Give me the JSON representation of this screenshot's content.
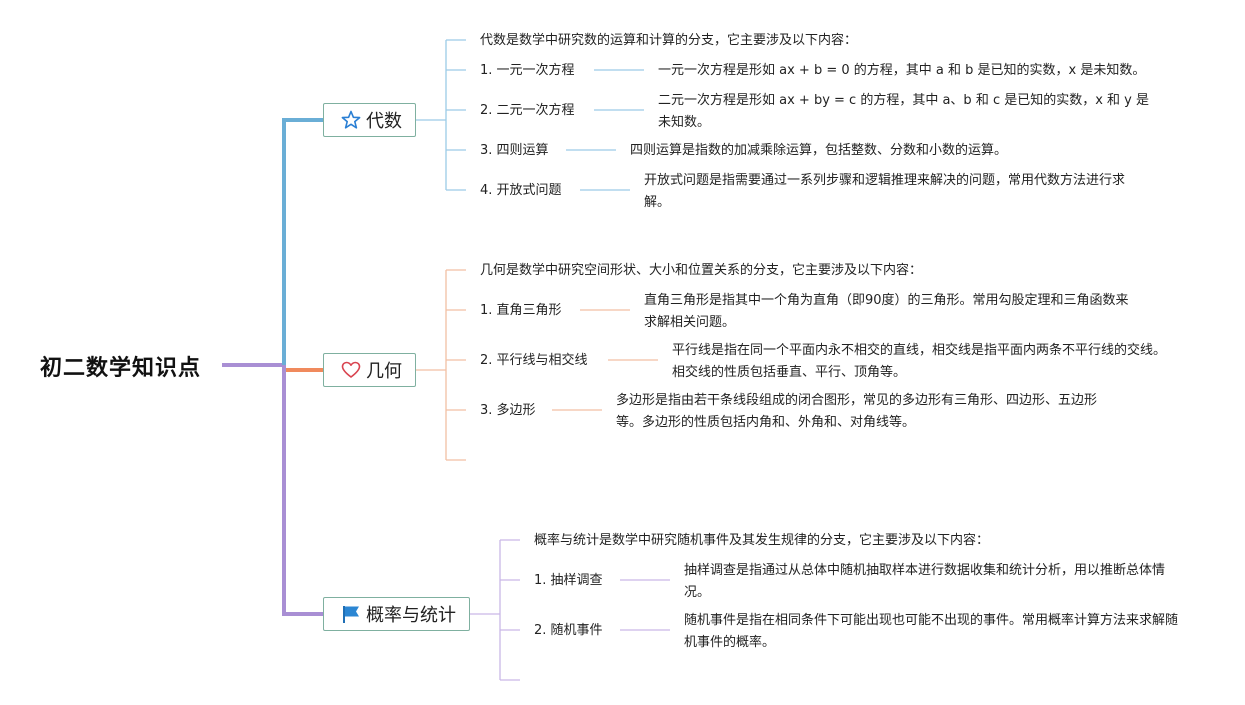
{
  "root": {
    "title": "初二数学知识点"
  },
  "colors": {
    "algebra": "#6aaed6",
    "geometry": "#f0a07a",
    "geometry_main": "#f08a5d",
    "probability": "#a98fd4",
    "branch_border": "#7fb0a0"
  },
  "branches": [
    {
      "id": "algebra",
      "label": "代数",
      "icon": "star-icon",
      "intro": "代数是数学中研究数的运算和计算的分支，它主要涉及以下内容：",
      "items": [
        {
          "title": "1. 一元一次方程",
          "desc": "一元一次方程是形如 ax + b = 0 的方程，其中 a 和 b 是已知的实数，x 是未知数。"
        },
        {
          "title": "2. 二元一次方程",
          "desc": "二元一次方程是形如 ax + by = c 的方程，其中 a、b 和 c 是已知的实数，x 和 y 是未知数。"
        },
        {
          "title": "3. 四则运算",
          "desc": "四则运算是指数的加减乘除运算，包括整数、分数和小数的运算。"
        },
        {
          "title": "4. 开放式问题",
          "desc": "开放式问题是指需要通过一系列步骤和逻辑推理来解决的问题，常用代数方法进行求解。"
        }
      ]
    },
    {
      "id": "geometry",
      "label": "几何",
      "icon": "heart-icon",
      "intro": "几何是数学中研究空间形状、大小和位置关系的分支，它主要涉及以下内容：",
      "items": [
        {
          "title": "1. 直角三角形",
          "desc": "直角三角形是指其中一个角为直角（即90度）的三角形。常用勾股定理和三角函数来求解相关问题。"
        },
        {
          "title": "2. 平行线与相交线",
          "desc": "平行线是指在同一个平面内永不相交的直线，相交线是指平面内两条不平行线的交线。相交线的性质包括垂直、平行、顶角等。"
        },
        {
          "title": "3. 多边形",
          "desc": "多边形是指由若干条线段组成的闭合图形，常见的多边形有三角形、四边形、五边形等。多边形的性质包括内角和、外角和、对角线等。"
        }
      ]
    },
    {
      "id": "probability",
      "label": "概率与统计",
      "icon": "flag-icon",
      "intro": "概率与统计是数学中研究随机事件及其发生规律的分支，它主要涉及以下内容：",
      "items": [
        {
          "title": "1. 抽样调查",
          "desc": "抽样调查是指通过从总体中随机抽取样本进行数据收集和统计分析，用以推断总体情况。"
        },
        {
          "title": "2. 随机事件",
          "desc": "随机事件是指在相同条件下可能出现也可能不出现的事件。常用概率计算方法来求解随机事件的概率。"
        }
      ]
    }
  ]
}
